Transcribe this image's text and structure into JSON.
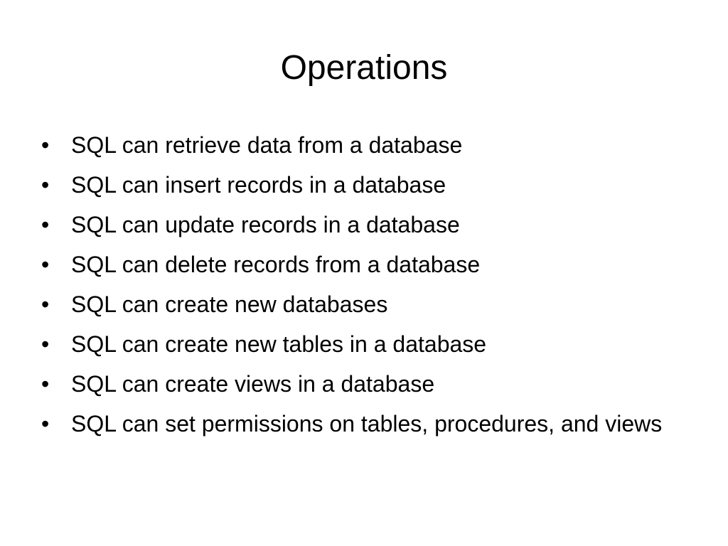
{
  "slide": {
    "title": "Operations",
    "bullet_glyph": "•",
    "bullets": [
      "SQL can retrieve data from a database",
      "SQL can insert records in a database",
      "SQL can update records in a database",
      "SQL can delete records from a database",
      "SQL can create new databases",
      "SQL can create new tables in a database",
      "SQL can create views in a database",
      "SQL can set permissions on tables, procedures, and views"
    ]
  }
}
